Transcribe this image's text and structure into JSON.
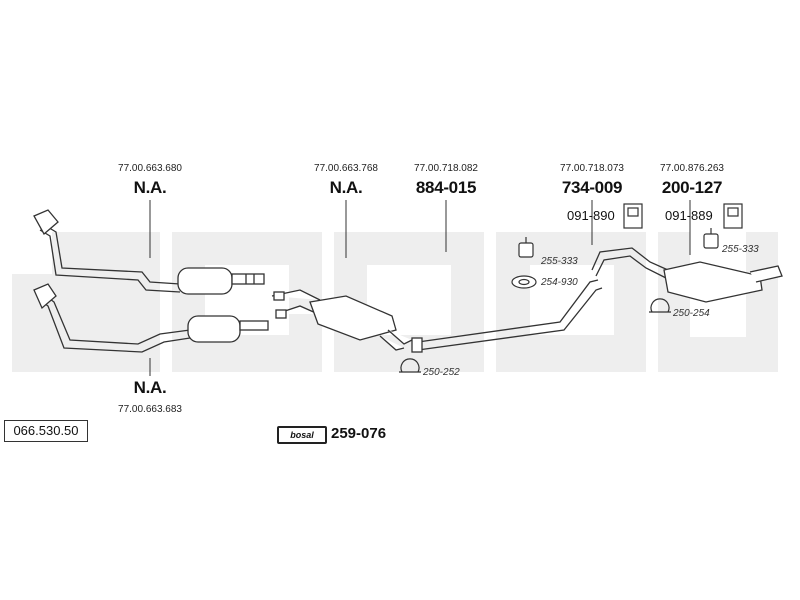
{
  "diagram": {
    "watermark": "bosal",
    "catalog_number": "066.530.50",
    "mounting_kit": {
      "brand": "bosal",
      "part": "259-076"
    },
    "parts": [
      {
        "oe": "77.00.663.680",
        "part": "N.A."
      },
      {
        "oe": "77.00.663.683",
        "part": "N.A."
      },
      {
        "oe": "77.00.663.768",
        "part": "N.A."
      },
      {
        "oe": "77.00.718.082",
        "part": "884-015"
      },
      {
        "oe": "77.00.718.073",
        "part": "734-009"
      },
      {
        "oe": "77.00.876.263",
        "part": "200-127"
      }
    ],
    "accessories": [
      {
        "code": "091-890"
      },
      {
        "code": "091-889"
      },
      {
        "code": "255-333"
      },
      {
        "code": "255-333"
      },
      {
        "code": "254-930"
      },
      {
        "code": "250-254"
      },
      {
        "code": "250-252"
      }
    ]
  }
}
